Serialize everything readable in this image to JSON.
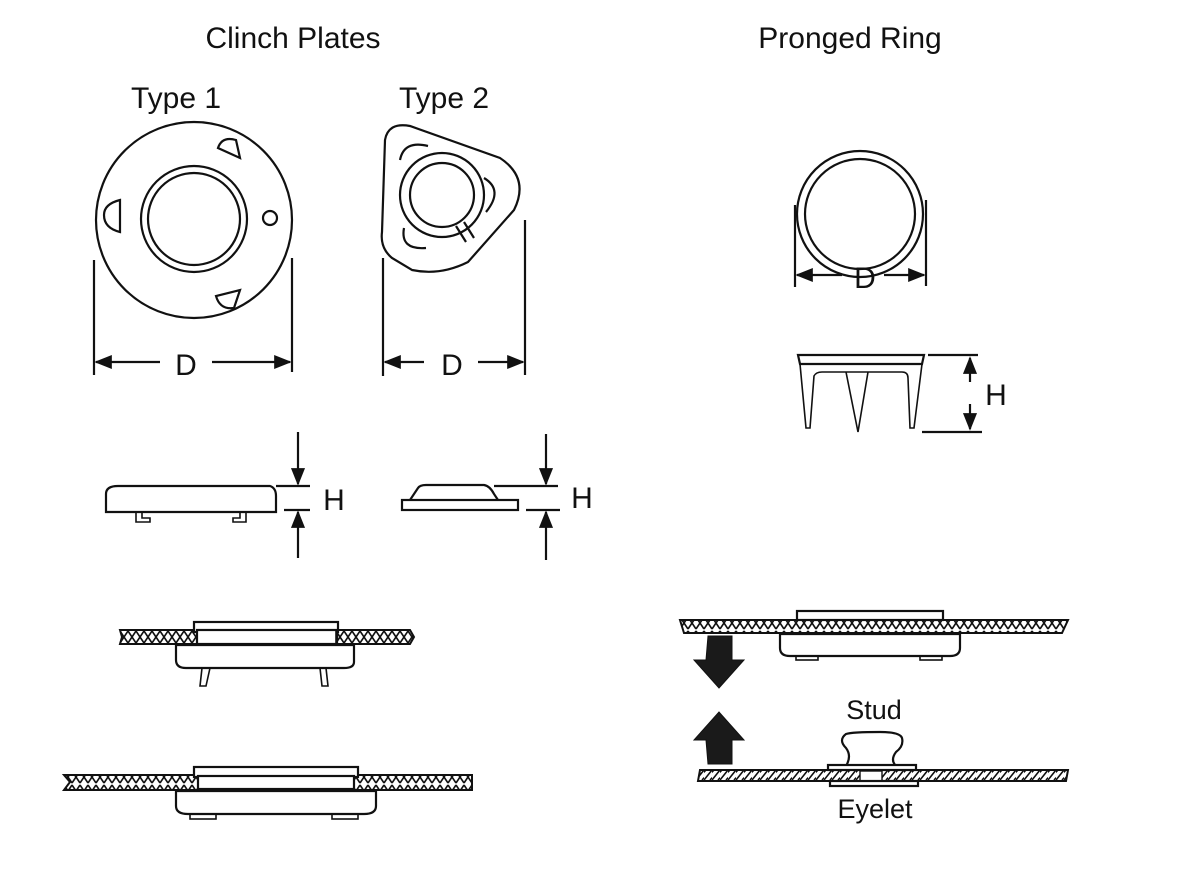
{
  "sections": {
    "clinch_plates": {
      "title": "Clinch Plates",
      "type1_label": "Type 1",
      "type2_label": "Type 2",
      "type1_diameter_label": "D",
      "type2_diameter_label": "D",
      "type1_height_label": "H",
      "type2_height_label": "H"
    },
    "pronged_ring": {
      "title": "Pronged Ring",
      "diameter_label": "D",
      "height_label": "H",
      "stud_label": "Stud",
      "eyelet_label": "Eyelet"
    }
  },
  "arrows": {
    "down_arrow": "down",
    "up_arrow": "up"
  },
  "colors": {
    "line": "#111111",
    "background": "#ffffff"
  }
}
